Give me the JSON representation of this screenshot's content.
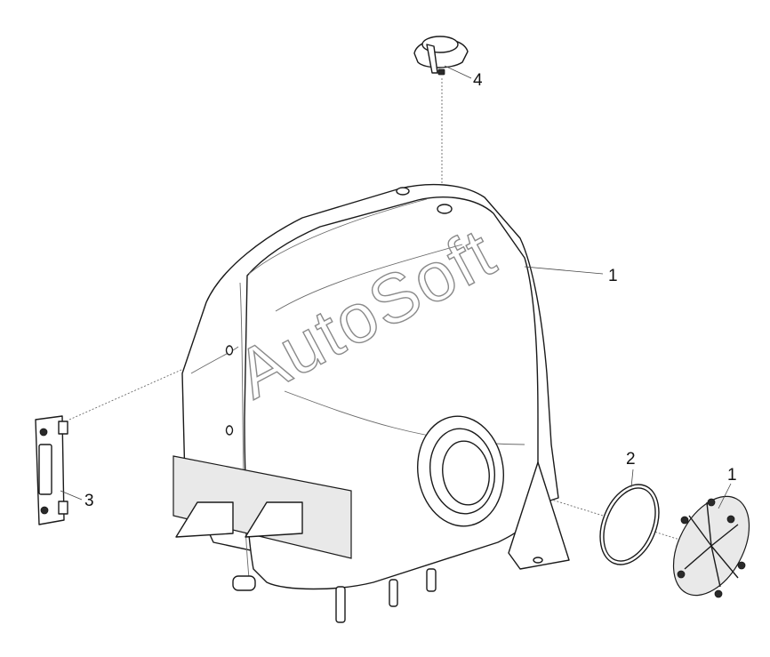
{
  "callouts": {
    "tank": "1",
    "cover": "1",
    "seal": "2",
    "gauge": "3",
    "cap": "4"
  },
  "watermark": "AutoSoft"
}
